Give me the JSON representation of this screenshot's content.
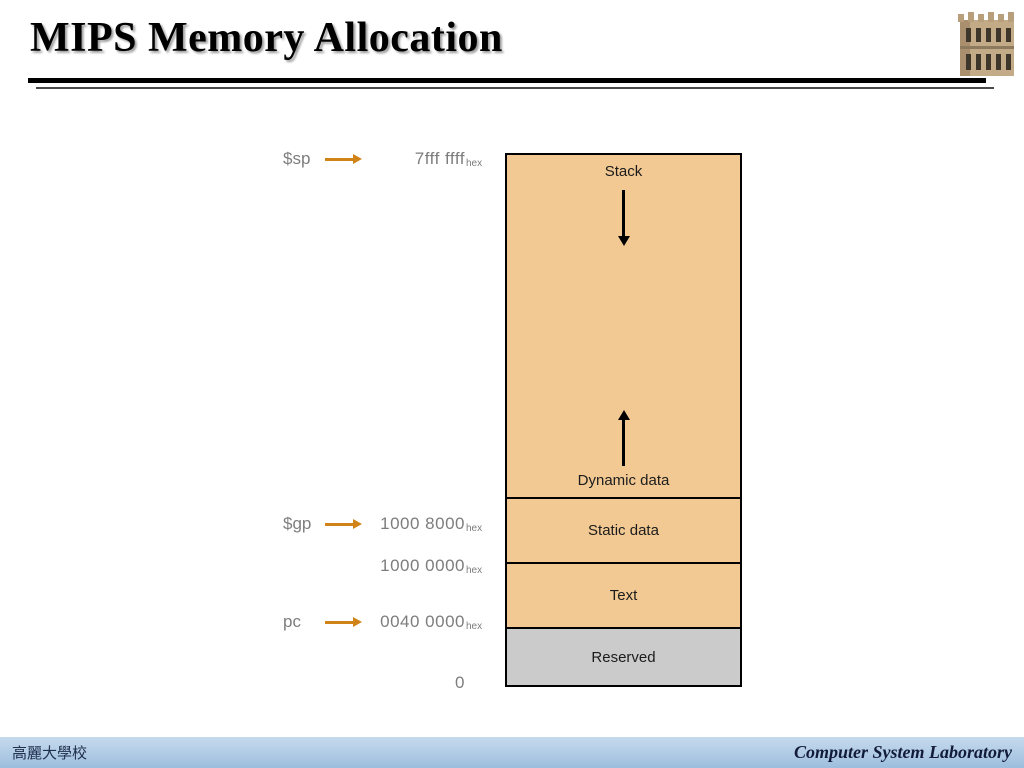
{
  "slide": {
    "title": "MIPS Memory Allocation",
    "footer": {
      "left": "高麗大學校",
      "right": "Computer System Laboratory"
    }
  },
  "diagram": {
    "segments": {
      "stack": "Stack",
      "dynamic": "Dynamic data",
      "static": "Static data",
      "text": "Text",
      "reserved": "Reserved"
    },
    "pointers": [
      {
        "register": "$sp",
        "address": "7fff ffff",
        "sub": "hex"
      },
      {
        "register": "$gp",
        "address": "1000 8000",
        "sub": "hex"
      },
      {
        "register": "",
        "address": "1000 0000",
        "sub": "hex"
      },
      {
        "register": "pc",
        "address": "0040 0000",
        "sub": "hex"
      },
      {
        "register": "",
        "address": "0",
        "sub": ""
      }
    ],
    "colors": {
      "memory_fill": "#f2c993",
      "reserved_fill": "#cbcbcb",
      "arrow": "#d08418",
      "pointer_text": "#7d7d7d"
    }
  }
}
